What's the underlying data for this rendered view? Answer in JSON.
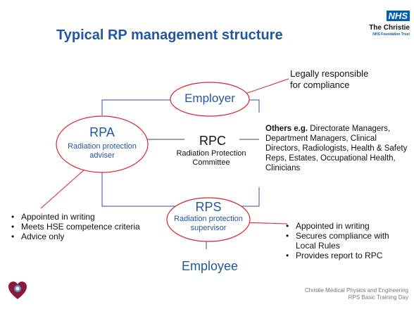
{
  "slide": {
    "title": "Typical RP management structure",
    "logo": {
      "nhs": "NHS",
      "org": "The Christie",
      "trust": "NHS Foundation Trust"
    },
    "employer": {
      "label": "Employer",
      "note": "Legally responsible for compliance"
    },
    "rpa": {
      "label": "RPA",
      "sub": "Radiation protection adviser",
      "bullets": [
        "Appointed in writing",
        "Meets HSE competence criteria",
        "Advice only"
      ]
    },
    "rpc": {
      "label": "RPC",
      "sub": "Radiation Protection Committee"
    },
    "others": {
      "bold": "Others e.g.",
      "text": " Directorate Managers, Department Managers, Clinical Directors, Radiologists, Health & Safety Reps, Estates, Occupational Health, Clinicians"
    },
    "rps": {
      "label": "RPS",
      "sub": "Radiation protection supervisor",
      "bullets": [
        "Appointed in writing",
        "Secures compliance with Local Rules",
        "Provides report to RPC"
      ]
    },
    "employee": {
      "label": "Employee"
    },
    "footer": {
      "line1": "Christie Medical Physics and Engineering",
      "line2": "RPS Basic Training Day"
    },
    "colors": {
      "title": "#2356a0",
      "ellipse": "#d9232e",
      "connector": "#3a4aa0"
    }
  }
}
